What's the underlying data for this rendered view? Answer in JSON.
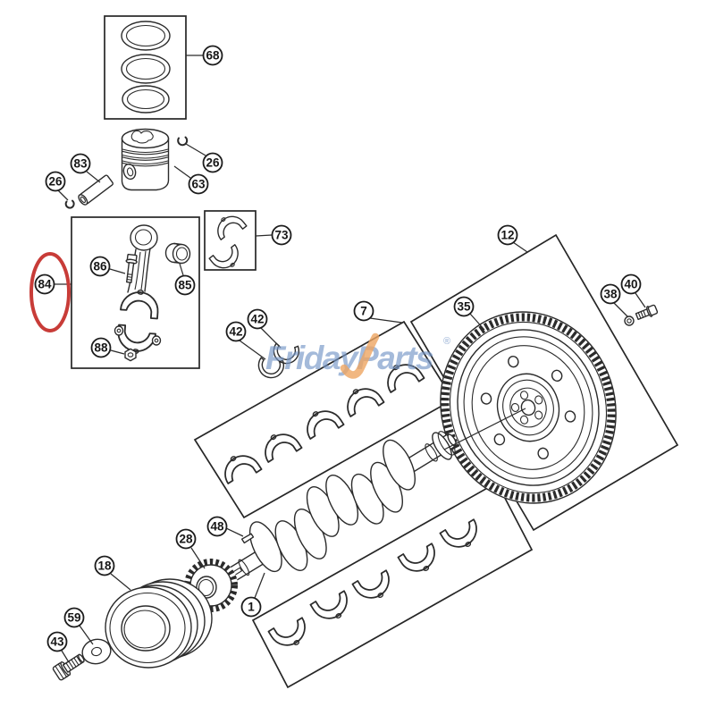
{
  "diagram": {
    "title": "engine crankshaft piston exploded parts diagram",
    "watermark": {
      "text": "FridayParts",
      "registered": "®",
      "blue": "#7697c8",
      "orange": "#eda562"
    },
    "highlight": {
      "highlighted_part": "84",
      "color": "#c83c38"
    },
    "callouts": [
      {
        "label": "68"
      },
      {
        "label": "83"
      },
      {
        "label": "26"
      },
      {
        "label": "26"
      },
      {
        "label": "63"
      },
      {
        "label": "73"
      },
      {
        "label": "84"
      },
      {
        "label": "86"
      },
      {
        "label": "85"
      },
      {
        "label": "88"
      },
      {
        "label": "42"
      },
      {
        "label": "42"
      },
      {
        "label": "7"
      },
      {
        "label": "12"
      },
      {
        "label": "35"
      },
      {
        "label": "38"
      },
      {
        "label": "40"
      },
      {
        "label": "48"
      },
      {
        "label": "28"
      },
      {
        "label": "18"
      },
      {
        "label": "1"
      },
      {
        "label": "59"
      },
      {
        "label": "43"
      }
    ]
  }
}
